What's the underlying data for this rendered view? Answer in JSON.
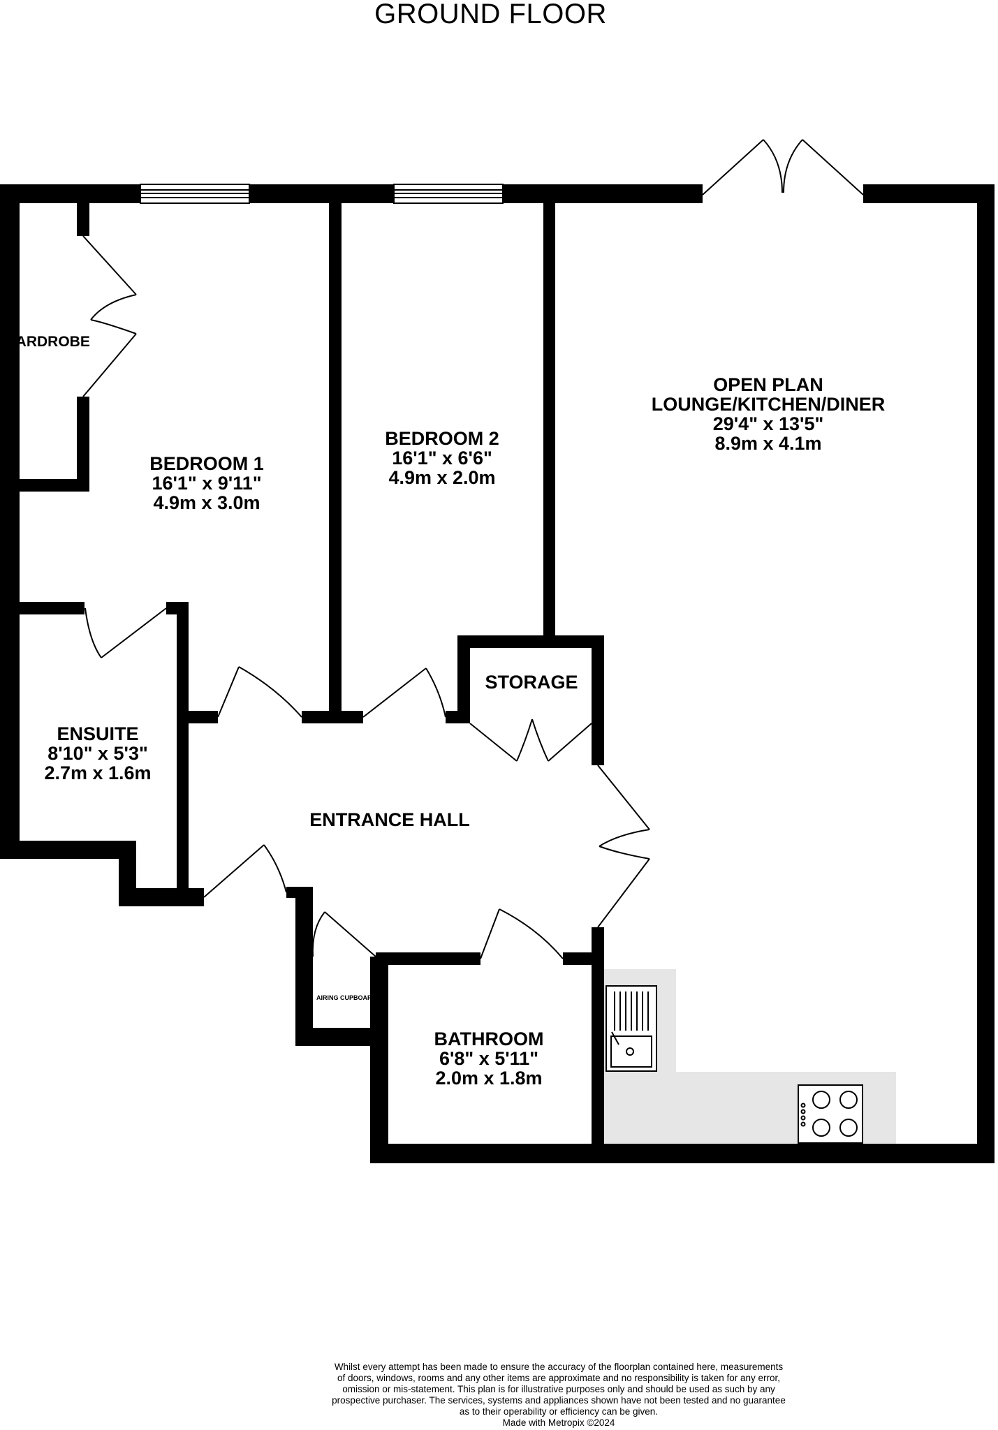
{
  "title": "GROUND FLOOR",
  "rooms": {
    "wardrobe": {
      "name": "WARDROBE"
    },
    "bedroom1": {
      "name": "BEDROOM 1",
      "imperial": "16'1\"  x 9'11\"",
      "metric": "4.9m  x 3.0m"
    },
    "bedroom2": {
      "name": "BEDROOM 2",
      "imperial": "16'1\"  x 6'6\"",
      "metric": "4.9m  x 2.0m"
    },
    "lounge": {
      "name_line1": "OPEN PLAN",
      "name_line2": "LOUNGE/KITCHEN/DINER",
      "imperial": "29'4\"  x 13'5\"",
      "metric": "8.9m  x 4.1m"
    },
    "storage": {
      "name": "STORAGE"
    },
    "ensuite": {
      "name": "ENSUITE",
      "imperial": "8'10\"  x 5'3\"",
      "metric": "2.7m  x 1.6m"
    },
    "hall": {
      "name": "ENTRANCE HALL"
    },
    "airing": {
      "name": "AIRING CUPBOARD"
    },
    "bathroom": {
      "name": "BATHROOM",
      "imperial": "6'8\"  x 5'11\"",
      "metric": "2.0m  x 1.8m"
    }
  },
  "disclaimer": [
    "Whilst every attempt has been made to ensure the accuracy of the floorplan contained here, measurements",
    "of doors, windows, rooms and any other items are approximate and no responsibility is taken for any error,",
    "omission or mis-statement. This plan is for illustrative purposes only and should be used as such by any",
    "prospective purchaser. The services, systems and appliances shown have not been tested and no guarantee",
    "as to their operability or efficiency can be given.",
    "Made with Metropix ©2024"
  ],
  "colors": {
    "wall": "#000000",
    "kitchen_counter": "#e6e6e6",
    "background": "#ffffff"
  }
}
